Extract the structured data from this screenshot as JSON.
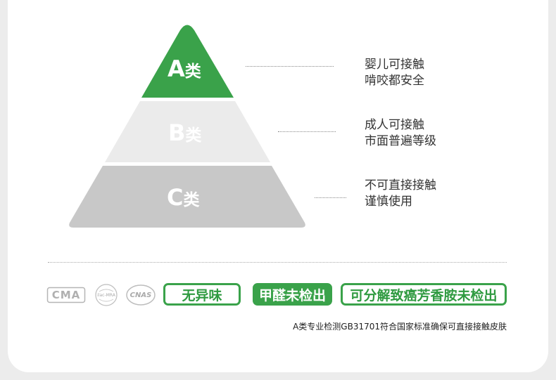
{
  "tiers": [
    {
      "letter": "A",
      "suffix": "类",
      "color": "#3aa24a",
      "desc": [
        "婴儿可接触",
        "啃咬都安全"
      ]
    },
    {
      "letter": "B",
      "suffix": "类",
      "color": "#ebebeb",
      "desc": [
        "成人可接触",
        "市面普遍等级"
      ]
    },
    {
      "letter": "C",
      "suffix": "类",
      "color": "#c8c8c8",
      "desc": [
        "不可直接接触",
        "谨慎使用"
      ]
    }
  ],
  "certifications": [
    "CMA",
    "ilac-MRA",
    "CNAS"
  ],
  "badges": [
    "无异味",
    "甲醛未检出",
    "可分解致癌芳香胺未检出"
  ],
  "footnote": "A类专业检测GB31701符合国家标准确保可直接接触皮肤",
  "colors": {
    "accent": "#3aa24a",
    "tier_b": "#ebebeb",
    "tier_c": "#c8c8c8"
  }
}
